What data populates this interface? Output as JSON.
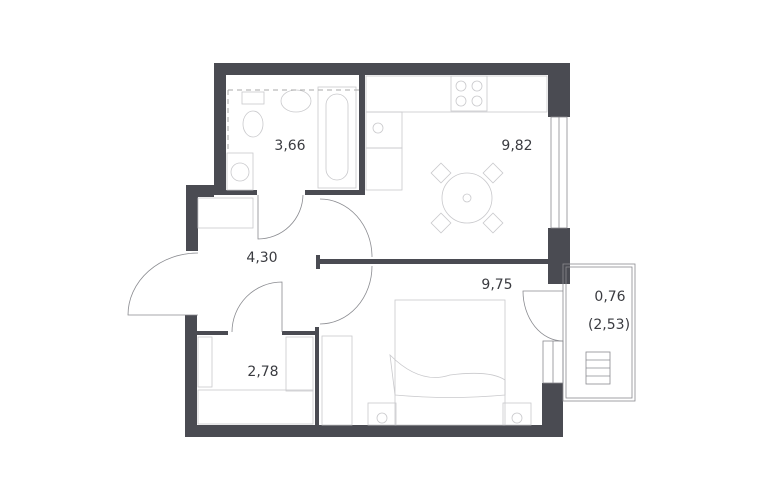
{
  "plan": {
    "rooms": [
      {
        "id": "bathroom",
        "area": "3,66"
      },
      {
        "id": "kitchen",
        "area": "9,82"
      },
      {
        "id": "hallway",
        "area": "4,30"
      },
      {
        "id": "bedroom",
        "area": "9,75"
      },
      {
        "id": "balcony",
        "area": "0,76",
        "area_full": "(2,53)"
      },
      {
        "id": "wardrobe",
        "area": "2,78"
      }
    ],
    "colors": {
      "wall": "#4a4b52",
      "line": "#8a8b90",
      "furniture": "#c9c9cc"
    }
  }
}
